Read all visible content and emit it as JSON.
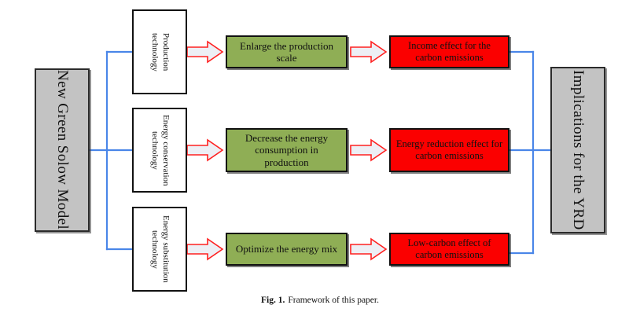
{
  "figure": {
    "caption_label": "Fig. 1.",
    "caption_text": "Framework of this paper.",
    "colors": {
      "grey_panel": "#c3c3c3",
      "green_box": "#8fae55",
      "red_box": "#fb0000",
      "connector_blue": "#4a86e8",
      "arrow_outline_red": "#ff2020",
      "arrow_fill": "#edeff5",
      "box_outline": "#111111",
      "text": "#111111",
      "background": "#ffffff"
    }
  },
  "source_node": {
    "label": "New Green Solow Model",
    "orientation": "vertical"
  },
  "outcome_node": {
    "label": "Implications for the YRD",
    "orientation": "vertical"
  },
  "rows": [
    {
      "technology": "Production technology",
      "mechanism": "Enlarge the production scale",
      "effect": "Income effect for the carbon emissions"
    },
    {
      "technology": "Energy conservation technology",
      "mechanism": "Decrease the energy consumption in production",
      "effect": "Energy reduction effect for carbon emissions"
    },
    {
      "technology": "Energy substitution technology",
      "mechanism": "Optimize the energy mix",
      "effect": "Low-carbon effect of carbon emissions"
    }
  ]
}
